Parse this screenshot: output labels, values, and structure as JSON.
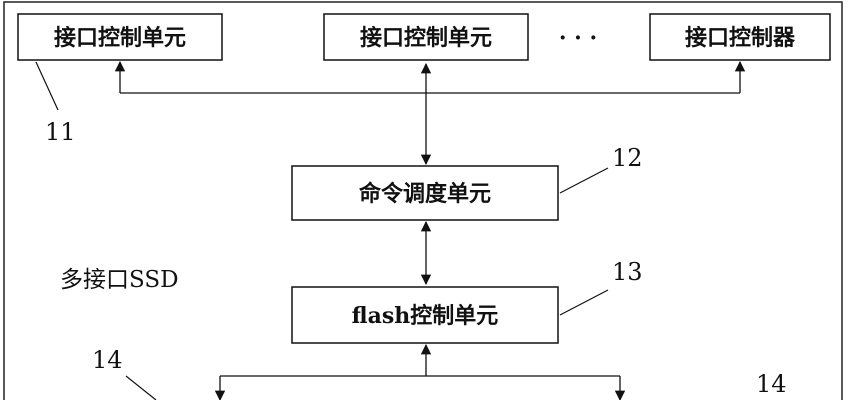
{
  "diagram": {
    "top_boxes": {
      "left": "接口控制单元",
      "middle": "接口控制单元",
      "ellipsis": "· · ·",
      "right": "接口控制器"
    },
    "scheduler_box": "命令调度单元",
    "flash_box": "flash控制单元",
    "device_label": "多接口SSD",
    "ref_numbers": {
      "interface_unit": "11",
      "scheduler": "12",
      "flash_ctrl": "13",
      "lower_left": "14",
      "lower_right": "14"
    }
  }
}
